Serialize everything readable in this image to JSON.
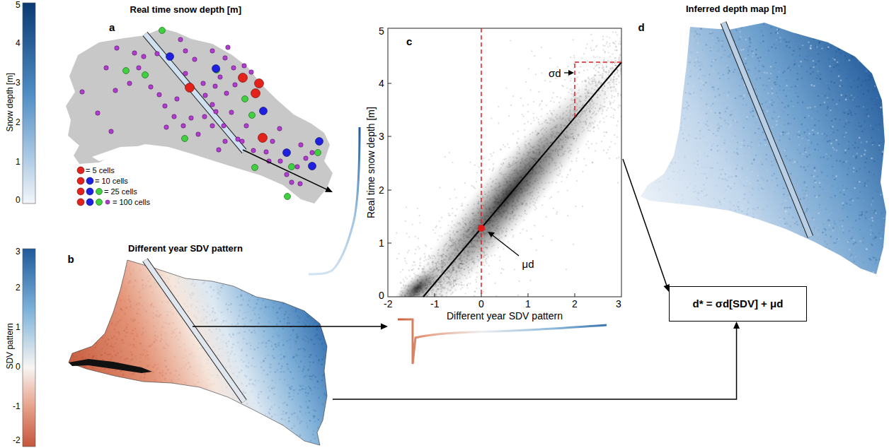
{
  "diagram": {
    "nodes": [
      {
        "text": [
          "Real time snow depth [m]",
          "a"
        ]
      },
      {
        "text": [
          "Different year SDV pattern",
          "b"
        ]
      },
      {
        "text": [
          "c"
        ]
      },
      {
        "text": [
          "Inferred depth map [m]",
          "d"
        ]
      },
      {
        "text": [
          "d* = σd[SDV] + μd"
        ]
      }
    ],
    "edges": [
      {
        "from": 0,
        "to": 2,
        "arrow": "to"
      },
      {
        "from": 1,
        "to": 2,
        "arrow": "to"
      },
      {
        "from": 2,
        "to": 4,
        "arrow": "to"
      },
      {
        "from": 1,
        "to": 4,
        "arrow": "to"
      }
    ],
    "labels": [
      "Snow depth [m]",
      "5",
      "4",
      "3",
      "2",
      "1",
      "0",
      "SDV pattern",
      "3",
      "2",
      "1",
      "0",
      "-1",
      "-2",
      "5",
      "4",
      "3",
      "2",
      "1",
      "0",
      "-2",
      "-1",
      "0",
      "1",
      "2",
      "3",
      "Real time snow depth [m]",
      "Different year SDV pattern",
      "σd",
      "μd"
    ],
    "legend": [
      {
        "text": "= 5 cells"
      },
      {
        "text": "= 10 cells"
      },
      {
        "text": "= 25 cells"
      },
      {
        "text": "= 100 cells"
      }
    ]
  }
}
